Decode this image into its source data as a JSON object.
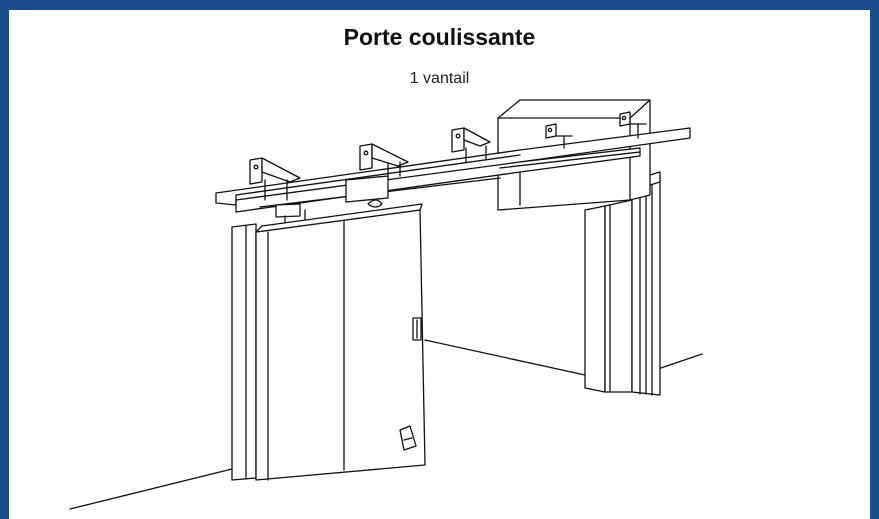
{
  "header": {
    "title": "Porte coulissante",
    "subtitle": "1 vantail"
  },
  "colors": {
    "frame": "#1a4d8c",
    "line": "#111111",
    "background": "#ffffff"
  },
  "illustration": {
    "subject": "sliding-door-single-leaf",
    "parts": [
      "rail",
      "motor-housing",
      "brackets",
      "door-leaf",
      "door-handle",
      "floor-guide",
      "door-frame"
    ]
  }
}
